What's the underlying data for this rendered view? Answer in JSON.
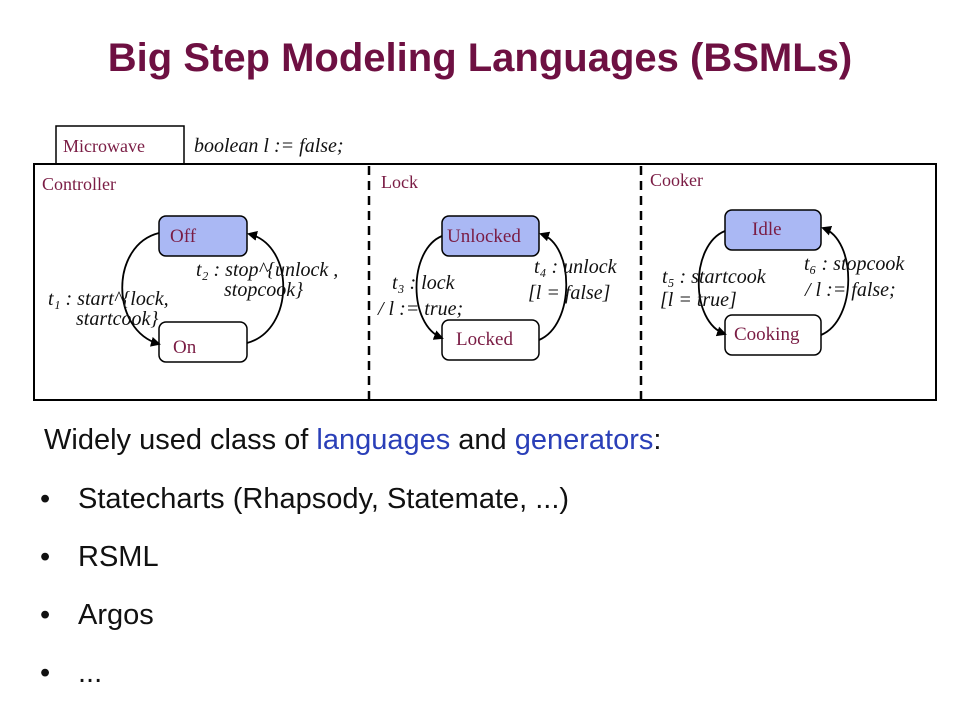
{
  "slide": {
    "title": "Big Step Modeling Languages (BSMLs)",
    "intro": {
      "prefix": "Widely used class of ",
      "highlight1": "languages",
      "middle": " and ",
      "highlight2": "generators",
      "suffix": ":"
    },
    "bullets": [
      "Statecharts (Rhapsody, Statemate, ...)",
      "RSML",
      "Argos",
      "..."
    ]
  },
  "diagram": {
    "root_tab": "Microwave",
    "declaration": "boolean l := false;",
    "regions": [
      {
        "name": "Controller",
        "states": [
          "Off",
          "On"
        ],
        "transitions": [
          {
            "lines": [
              "t₁ : start^{lock,",
              "startcook}"
            ]
          },
          {
            "lines": [
              "t₂ : stop^{unlock ,",
              "stopcook}"
            ]
          }
        ]
      },
      {
        "name": "Lock",
        "states": [
          "Unlocked",
          "Locked"
        ],
        "transitions": [
          {
            "lines": [
              "t₃ : lock",
              "/ l := true;"
            ]
          },
          {
            "lines": [
              "t₄ : unlock",
              "[l = false]"
            ]
          }
        ]
      },
      {
        "name": "Cooker",
        "states": [
          "Idle",
          "Cooking"
        ],
        "transitions": [
          {
            "lines": [
              "t₅ : startcook",
              "[l = true]"
            ]
          },
          {
            "lines": [
              "t₆ : stopcook",
              "/ l := false;"
            ]
          }
        ]
      }
    ],
    "colors": {
      "title": "#6e1042",
      "state_fill_top": "#aab8f4",
      "state_label": "#7a1c44",
      "highlight_text": "#2a3fb8"
    }
  }
}
